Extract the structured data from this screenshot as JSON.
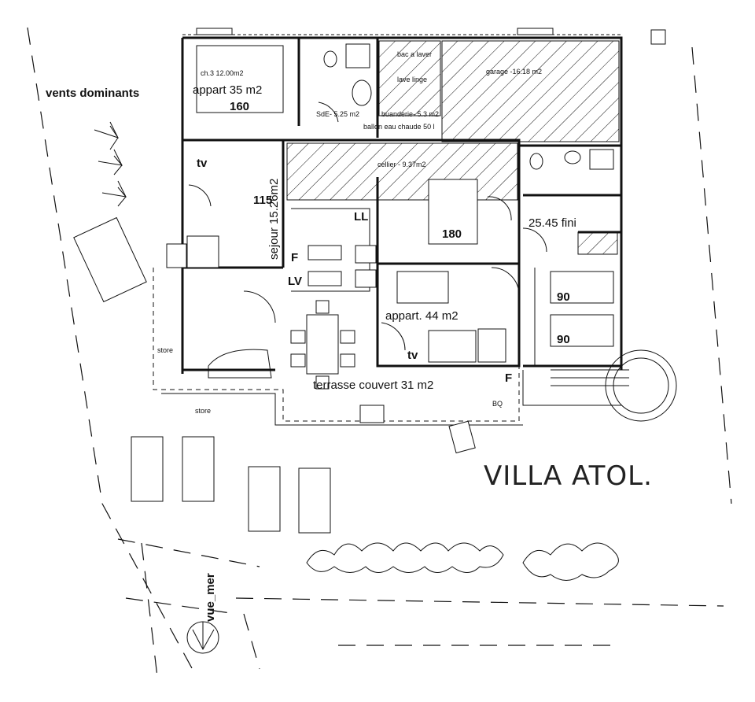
{
  "plan": {
    "title": "VILLA ATOL.",
    "wind_label": "vents dominants",
    "sea_view_label": "vue_mer",
    "store_labels": [
      "store",
      "store"
    ],
    "rooms": {
      "ch3": "ch.3  12.00m2",
      "appart35": "appart  35  m2",
      "bed160": "160",
      "sde": "SdE-  5.25  m2",
      "bac": "bac a laver",
      "lave_linge": "lave linge",
      "buanderie": "buanderie-  5.3  m2",
      "ballon": "ballon eau chaude  50 l",
      "garage": "garage  -16.18  m2",
      "cellier": "cellier  -  9.37m2",
      "tv_left": "tv",
      "bed115": "115",
      "sejour": "sejour  15.26m2",
      "ll": "LL",
      "f_kitchen": "F",
      "lv": "LV",
      "bed180": "180",
      "appart44": "appart.  44  m2",
      "tv_center": "tv",
      "room2545": "25.45  fini",
      "bed90a": "90",
      "bed90b": "90",
      "terrasse": "terrasse couvert  31 m2",
      "f_right": "F",
      "bq": "BQ"
    }
  }
}
